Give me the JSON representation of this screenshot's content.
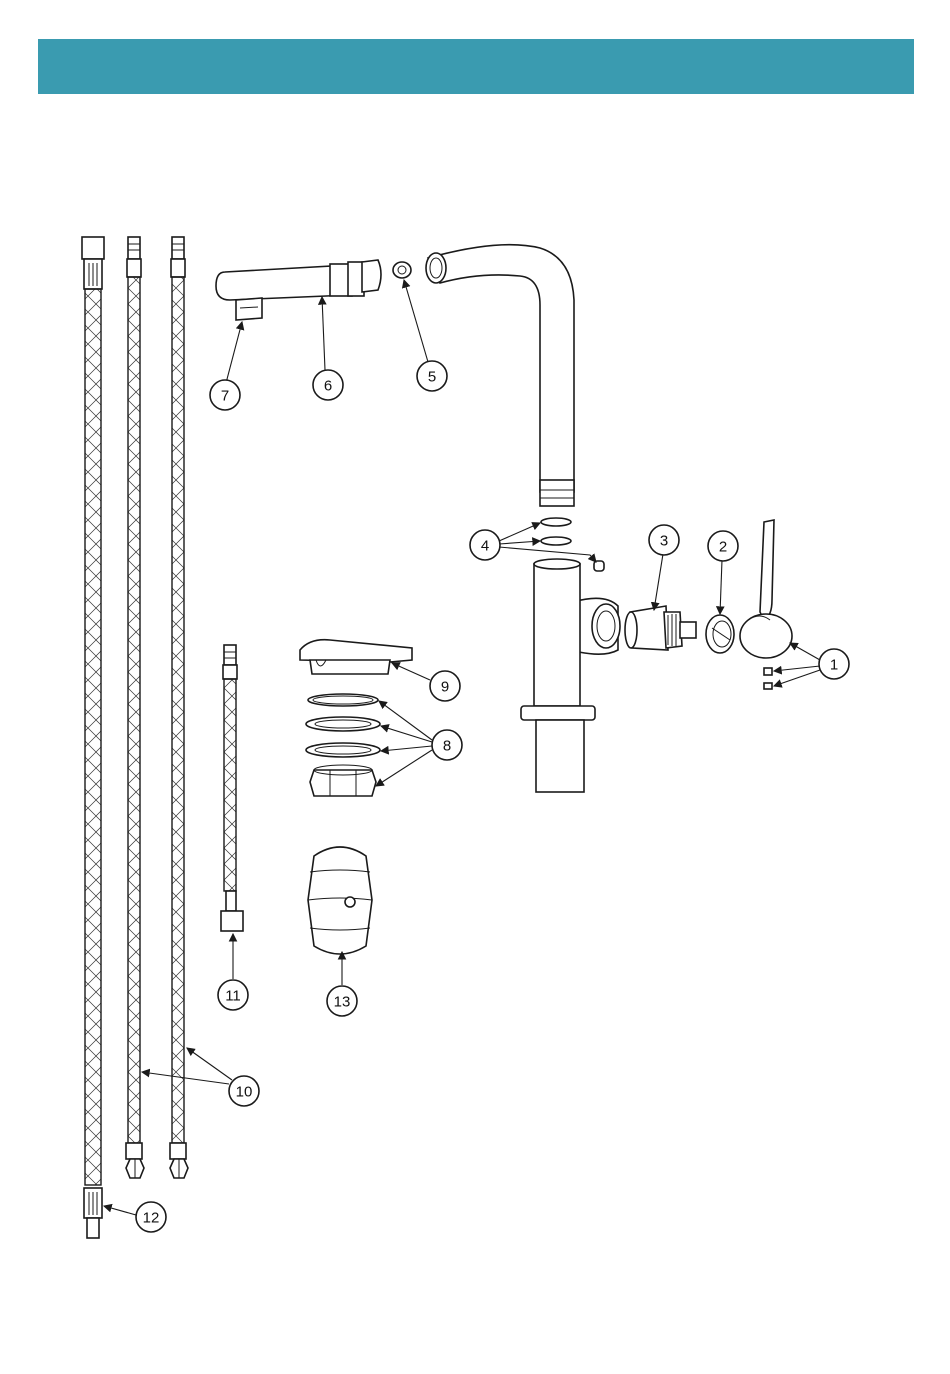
{
  "colors": {
    "banner": "#3a9bb0",
    "line": "#1a1a1a",
    "part_fill": "#ffffff"
  },
  "callouts": {
    "c1": "1",
    "c2": "2",
    "c3": "3",
    "c4": "4",
    "c5": "5",
    "c6": "6",
    "c7": "7",
    "c8": "8",
    "c9": "9",
    "c10": "10",
    "c11": "11",
    "c12": "12",
    "c13": "13"
  }
}
